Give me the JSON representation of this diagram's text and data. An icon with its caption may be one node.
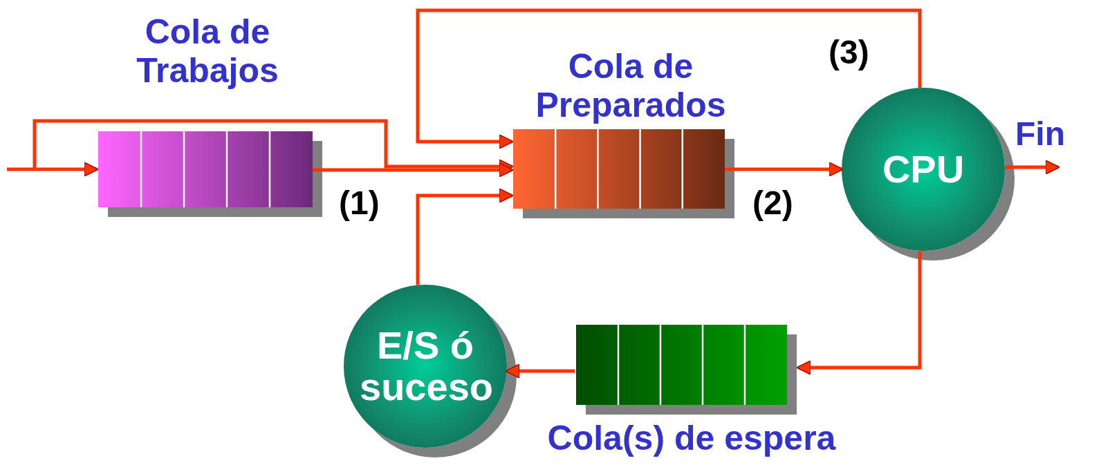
{
  "diagram": {
    "nodes": [
      {
        "text": [
          "Cola de Trabajos"
        ]
      },
      {
        "text": [
          "Cola de Preparados"
        ]
      },
      {
        "text": [
          "CPU"
        ]
      },
      {
        "text": [
          "Cola(s) de espera"
        ]
      },
      {
        "text": [
          "E/S ó suceso"
        ]
      }
    ],
    "edges": [
      {
        "from": null,
        "to": 0,
        "arrow": "to"
      },
      {
        "from": null,
        "to": 1,
        "arrow": "to"
      },
      {
        "from": 0,
        "to": 1,
        "arrow": "to",
        "label": "(1)"
      },
      {
        "from": 2,
        "to": 1,
        "arrow": "to",
        "label": "(3)"
      },
      {
        "from": 1,
        "to": 2,
        "arrow": "to",
        "label": "(2)"
      },
      {
        "from": 2,
        "to": null,
        "arrow": "to",
        "label": "Fin"
      },
      {
        "from": 2,
        "to": 3,
        "arrow": "to"
      },
      {
        "from": 3,
        "to": 4,
        "arrow": "to"
      },
      {
        "from": 4,
        "to": 1,
        "arrow": "to"
      }
    ]
  }
}
